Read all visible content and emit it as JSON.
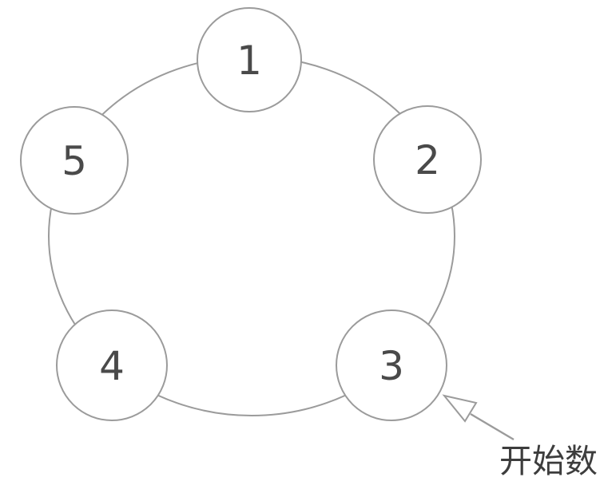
{
  "diagram": {
    "type": "circular-counting-ring",
    "nodes": [
      {
        "label": "1"
      },
      {
        "label": "2"
      },
      {
        "label": "3"
      },
      {
        "label": "4"
      },
      {
        "label": "5"
      }
    ],
    "annotation": {
      "label": "开始数",
      "points_to_node": "3"
    },
    "colors": {
      "line": "#9b9b9b",
      "node_fill": "#ffffff",
      "digit": "#4a4a4a",
      "label_text": "#3d3d3d"
    }
  }
}
